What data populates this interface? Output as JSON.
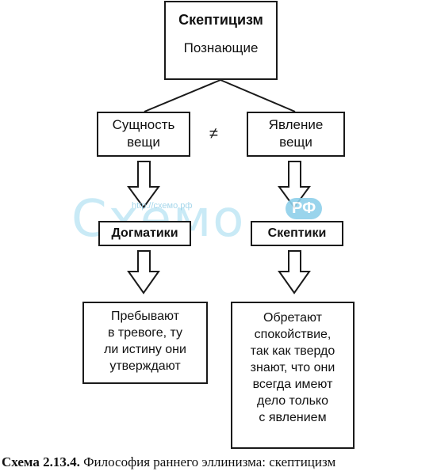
{
  "diagram": {
    "top": {
      "title": "Скептицизм",
      "subtitle": "Познающие"
    },
    "essence": {
      "line1": "Сущность",
      "line2": "вещи"
    },
    "not_equal": "≠",
    "phenomenon": {
      "line1": "Явление",
      "line2": "вещи"
    },
    "dogmatists": "Догматики",
    "skeptics": "Скептики",
    "dogmatists_result": [
      "Пребывают",
      "в тревоге, ту",
      "ли истину они",
      "утверждают"
    ],
    "skeptics_result": [
      "Обретают",
      "спокойствие,",
      "так как твердо",
      "знают, что они",
      "всегда имеют",
      "дело только",
      "с явлением"
    ]
  },
  "watermark": {
    "text": "Схемо",
    "url": "http://схемо.рф",
    "badge": "РФ"
  },
  "caption": {
    "number": "Схема 2.13.4.",
    "text": " Философия раннего эллинизма: скептицизм"
  }
}
